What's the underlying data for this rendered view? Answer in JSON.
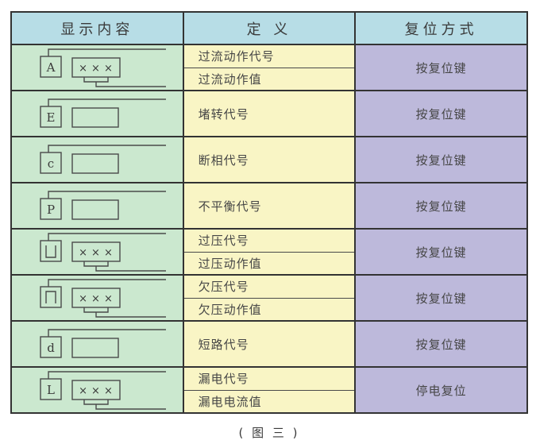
{
  "header": {
    "display_content": "显示内容",
    "definition": "定 义",
    "reset_method": "复位方式"
  },
  "rows": [
    {
      "display": {
        "letter": "A",
        "value": "×××"
      },
      "definitions": [
        "过流动作代号",
        "过流动作值"
      ],
      "reset": "按复位键"
    },
    {
      "display": {
        "letter": "E",
        "value": ""
      },
      "definitions": [
        "堵转代号"
      ],
      "reset": "按复位键"
    },
    {
      "display": {
        "letter": "c",
        "value": ""
      },
      "definitions": [
        "断相代号"
      ],
      "reset": "按复位键"
    },
    {
      "display": {
        "letter": "P",
        "value": ""
      },
      "definitions": [
        "不平衡代号"
      ],
      "reset": "按复位键"
    },
    {
      "display": {
        "letter": "⊔",
        "value": "×××"
      },
      "definitions": [
        "过压代号",
        "过压动作值"
      ],
      "reset": "按复位键"
    },
    {
      "display": {
        "letter": "⊓",
        "value": "×××"
      },
      "definitions": [
        "欠压代号",
        "欠压动作值"
      ],
      "reset": "按复位键"
    },
    {
      "display": {
        "letter": "d",
        "value": ""
      },
      "definitions": [
        "短路代号"
      ],
      "reset": "按复位键"
    },
    {
      "display": {
        "letter": "L",
        "value": "×××"
      },
      "definitions": [
        "漏电代号",
        "漏电电流值"
      ],
      "reset": "停电复位"
    }
  ],
  "caption": "( 图 三 )",
  "colors": {
    "header_bg": "#b7dde6",
    "display_col_bg": "#cbe8cf",
    "definition_col_bg": "#f9f5c5",
    "reset_col_bg": "#bdb9db",
    "border": "#333333",
    "text": "#3f3f3f"
  }
}
